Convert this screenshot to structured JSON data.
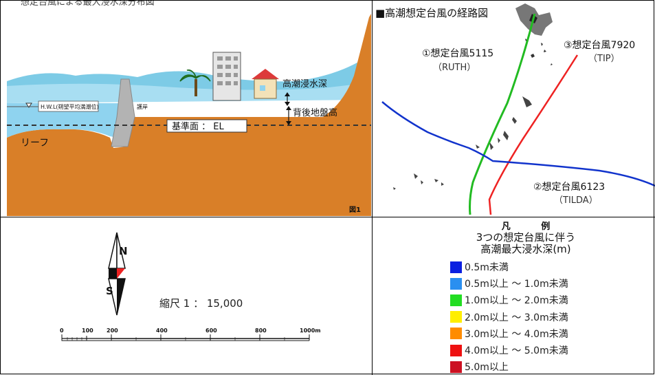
{
  "top_strip_text": "想定台風による最大浸水深分布図",
  "cross_section": {
    "hwl_label": "H.W.L(朔望平均満潮位)",
    "seawall_label": "護岸",
    "datum_label": "基準面 ： EL",
    "inundation_label": "高潮浸水深",
    "ground_label": "背後地盤高",
    "reef_label": "リーフ",
    "figure_label": "図1"
  },
  "track_map": {
    "title": "■高潮想定台風の経路図",
    "typhoons": [
      {
        "label": "①想定台風5115",
        "sub": "（RUTH）",
        "color": "#22bb22"
      },
      {
        "label": "②想定台風6123",
        "sub": "（TILDA）",
        "color": "#1133cc"
      },
      {
        "label": "③想定台風7920",
        "sub": "（TIP）",
        "color": "#ee2222"
      }
    ]
  },
  "compass": {
    "north": "N",
    "south": "S"
  },
  "scale": {
    "text": "縮尺 1 ： 15,000",
    "ticks": [
      "0",
      "100",
      "200",
      "400",
      "600",
      "800",
      "1000m"
    ]
  },
  "legend": {
    "title": "凡 例",
    "subtitle1": "3つの想定台風に伴う",
    "subtitle2": "高潮最大浸水深(m)",
    "items": [
      {
        "label": "0.5m未満",
        "color": "#0a1fe0"
      },
      {
        "label": "0.5m以上 ～ 1.0m未満",
        "color": "#2a8ff0"
      },
      {
        "label": "1.0m以上 ～ 2.0m未満",
        "color": "#22dd22"
      },
      {
        "label": "2.0m以上 ～ 3.0m未満",
        "color": "#ffee00"
      },
      {
        "label": "3.0m以上 ～ 4.0m未満",
        "color": "#ff8c00"
      },
      {
        "label": "4.0m以上 ～ 5.0m未満",
        "color": "#ee1111"
      },
      {
        "label": "5.0m以上",
        "color": "#cc1122"
      }
    ]
  }
}
